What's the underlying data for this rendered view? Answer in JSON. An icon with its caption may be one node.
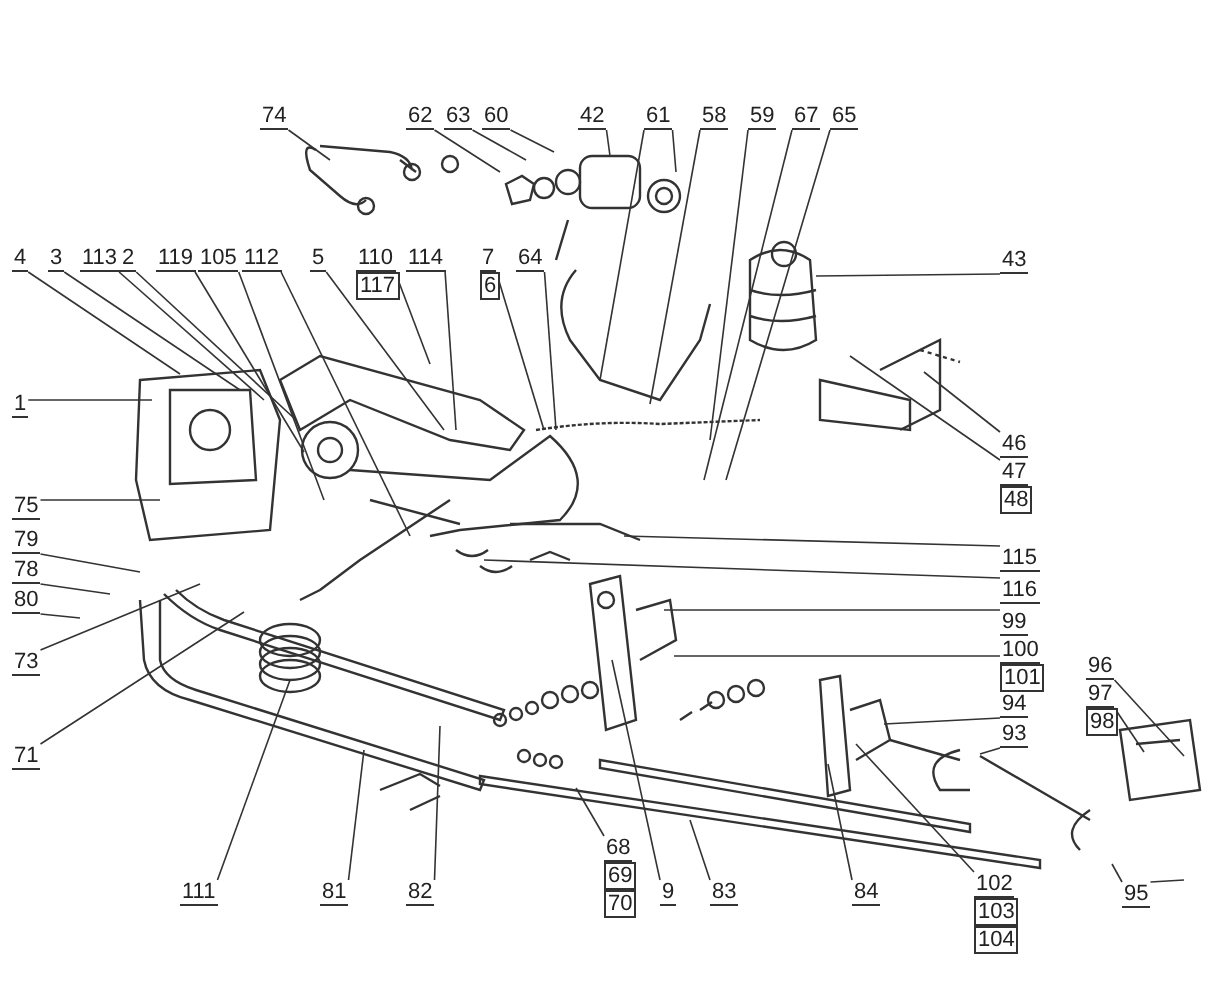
{
  "diagram": {
    "nodes": [
      {
        "text": [
          "74"
        ]
      },
      {
        "text": [
          "62"
        ]
      },
      {
        "text": [
          "63"
        ]
      },
      {
        "text": [
          "60"
        ]
      },
      {
        "text": [
          "42"
        ]
      },
      {
        "text": [
          "61"
        ]
      },
      {
        "text": [
          "58"
        ]
      },
      {
        "text": [
          "59"
        ]
      },
      {
        "text": [
          "67"
        ]
      },
      {
        "text": [
          "65"
        ]
      },
      {
        "text": [
          "4"
        ]
      },
      {
        "text": [
          "3"
        ]
      },
      {
        "text": [
          "113"
        ]
      },
      {
        "text": [
          "2"
        ]
      },
      {
        "text": [
          "119"
        ]
      },
      {
        "text": [
          "105"
        ]
      },
      {
        "text": [
          "112"
        ]
      },
      {
        "text": [
          "5"
        ]
      },
      {
        "text": [
          "110",
          "117"
        ]
      },
      {
        "text": [
          "114"
        ]
      },
      {
        "text": [
          "7",
          "6"
        ]
      },
      {
        "text": [
          "64"
        ]
      },
      {
        "text": [
          "43"
        ]
      },
      {
        "text": [
          "1"
        ]
      },
      {
        "text": [
          "46"
        ]
      },
      {
        "text": [
          "47",
          "48"
        ]
      },
      {
        "text": [
          "75"
        ]
      },
      {
        "text": [
          "79"
        ]
      },
      {
        "text": [
          "78"
        ]
      },
      {
        "text": [
          "80"
        ]
      },
      {
        "text": [
          "73"
        ]
      },
      {
        "text": [
          "71"
        ]
      },
      {
        "text": [
          "115"
        ]
      },
      {
        "text": [
          "116"
        ]
      },
      {
        "text": [
          "99"
        ]
      },
      {
        "text": [
          "100",
          "101"
        ]
      },
      {
        "text": [
          "96"
        ]
      },
      {
        "text": [
          "97",
          "98"
        ]
      },
      {
        "text": [
          "94"
        ]
      },
      {
        "text": [
          "93"
        ]
      },
      {
        "text": [
          "111"
        ]
      },
      {
        "text": [
          "81"
        ]
      },
      {
        "text": [
          "82"
        ]
      },
      {
        "text": [
          "68",
          "69",
          "70"
        ]
      },
      {
        "text": [
          "9"
        ]
      },
      {
        "text": [
          "83"
        ]
      },
      {
        "text": [
          "84"
        ]
      },
      {
        "text": [
          "102",
          "103",
          "104"
        ]
      },
      {
        "text": [
          "95"
        ]
      }
    ],
    "edges": [
      {
        "from": 0,
        "to": null,
        "arrow": "none"
      },
      {
        "from": 1,
        "to": null,
        "arrow": "none"
      },
      {
        "from": 2,
        "to": null,
        "arrow": "none"
      },
      {
        "from": 3,
        "to": null,
        "arrow": "none"
      },
      {
        "from": 4,
        "to": null,
        "arrow": "none"
      },
      {
        "from": 5,
        "to": null,
        "arrow": "none"
      },
      {
        "from": 5,
        "to": null,
        "arrow": "none"
      },
      {
        "from": 6,
        "to": null,
        "arrow": "none"
      },
      {
        "from": 7,
        "to": null,
        "arrow": "none"
      },
      {
        "from": 8,
        "to": null,
        "arrow": "none"
      },
      {
        "from": 9,
        "to": null,
        "arrow": "none"
      },
      {
        "from": 10,
        "to": null,
        "arrow": "none"
      },
      {
        "from": 11,
        "to": null,
        "arrow": "none"
      },
      {
        "from": 12,
        "to": null,
        "arrow": "none"
      },
      {
        "from": 13,
        "to": null,
        "arrow": "none"
      },
      {
        "from": 14,
        "to": null,
        "arrow": "none"
      },
      {
        "from": 15,
        "to": null,
        "arrow": "none"
      },
      {
        "from": 16,
        "to": null,
        "arrow": "none"
      },
      {
        "from": 17,
        "to": null,
        "arrow": "none"
      },
      {
        "from": 18,
        "to": null,
        "arrow": "none"
      },
      {
        "from": 19,
        "to": null,
        "arrow": "none"
      },
      {
        "from": 20,
        "to": null,
        "arrow": "none"
      },
      {
        "from": 21,
        "to": null,
        "arrow": "none"
      },
      {
        "from": 22,
        "to": null,
        "arrow": "none"
      },
      {
        "from": 23,
        "to": null,
        "arrow": "none"
      },
      {
        "from": 24,
        "to": null,
        "arrow": "none"
      },
      {
        "from": 25,
        "to": null,
        "arrow": "none"
      },
      {
        "from": 26,
        "to": null,
        "arrow": "none"
      },
      {
        "from": 27,
        "to": null,
        "arrow": "none"
      },
      {
        "from": 28,
        "to": null,
        "arrow": "none"
      },
      {
        "from": 29,
        "to": null,
        "arrow": "none"
      },
      {
        "from": 30,
        "to": null,
        "arrow": "none"
      },
      {
        "from": 31,
        "to": null,
        "arrow": "none"
      },
      {
        "from": 32,
        "to": null,
        "arrow": "none"
      },
      {
        "from": 33,
        "to": null,
        "arrow": "none"
      },
      {
        "from": 34,
        "to": null,
        "arrow": "none"
      },
      {
        "from": 35,
        "to": null,
        "arrow": "none"
      },
      {
        "from": 36,
        "to": null,
        "arrow": "none"
      },
      {
        "from": 37,
        "to": null,
        "arrow": "none"
      },
      {
        "from": 38,
        "to": null,
        "arrow": "none"
      },
      {
        "from": 39,
        "to": null,
        "arrow": "none"
      },
      {
        "from": 40,
        "to": null,
        "arrow": "none"
      },
      {
        "from": 41,
        "to": null,
        "arrow": "none"
      },
      {
        "from": 42,
        "to": null,
        "arrow": "none"
      },
      {
        "from": 43,
        "to": null,
        "arrow": "none"
      },
      {
        "from": 44,
        "to": null,
        "arrow": "none"
      },
      {
        "from": 45,
        "to": null,
        "arrow": "none"
      },
      {
        "from": 46,
        "to": null,
        "arrow": "none"
      },
      {
        "from": 47,
        "to": null,
        "arrow": "none"
      },
      {
        "from": 48,
        "to": null,
        "arrow": "none"
      },
      {
        "from": 48,
        "to": null,
        "arrow": "none"
      }
    ]
  }
}
